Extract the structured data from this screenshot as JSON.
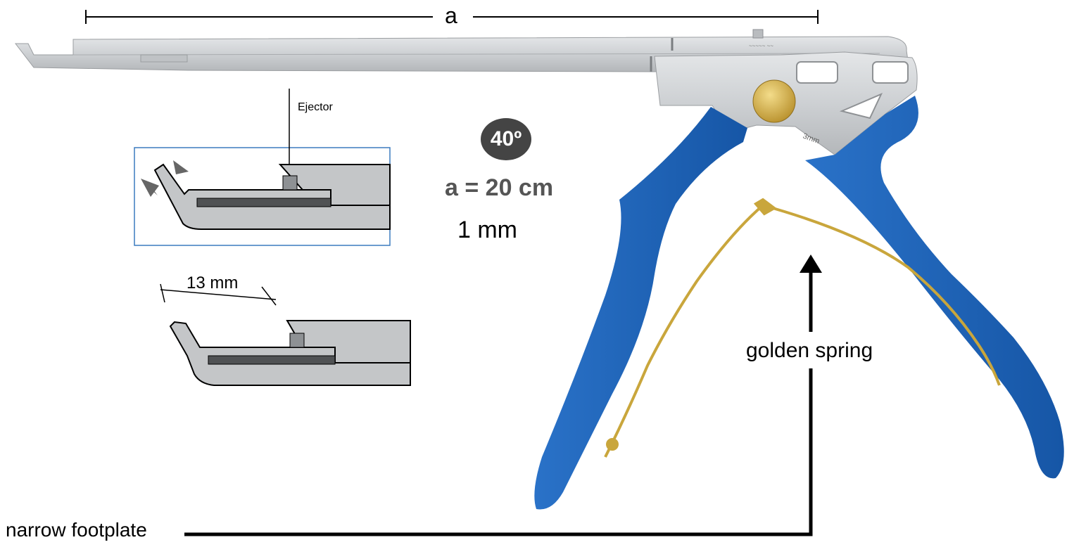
{
  "diagram": {
    "dimension_symbol": "a",
    "ejector_label": "Ejector",
    "angle_badge": "40º",
    "length_spec": "a = 20 cm",
    "width_spec": "1 mm",
    "footplate_length": "13 mm",
    "spring_label": "golden spring",
    "footplate_label": "narrow footplate"
  },
  "colors": {
    "handle_blue": "#1e63b8",
    "steel": "#cfd1d4",
    "steel_dark": "#a8abae",
    "gold": "#c9a63c",
    "badge": "#444444",
    "inset_border": "#3b7bbf",
    "arrow": "#000000"
  }
}
